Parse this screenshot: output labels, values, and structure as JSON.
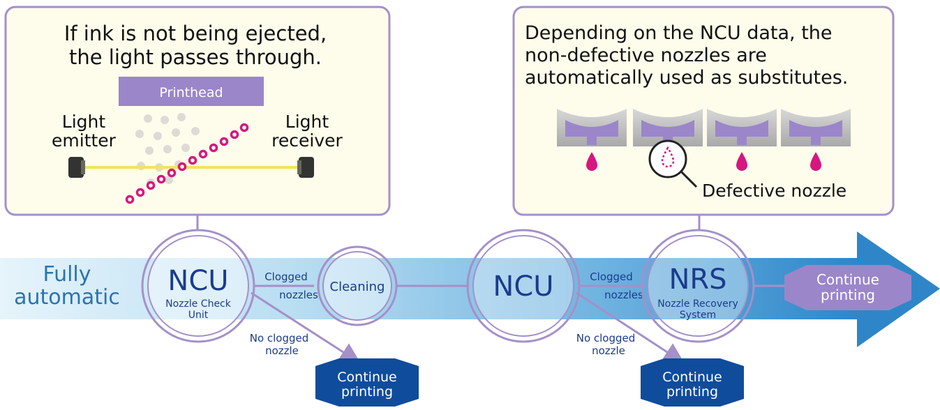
{
  "colors": {
    "purple_outline": "#A590C8",
    "purple_fill": "#9B86C9",
    "ink_dot": "#D5177F",
    "navy": "#1A3C8C",
    "callout_bg": "#FEFCEB",
    "hex_dark": "#0F4C9C",
    "light_beam": "#F5E35A"
  },
  "icons": [
    "ink-drop-icon",
    "magnifier-icon",
    "sensor-icon"
  ],
  "left_callout": {
    "title_line1": "If ink is not being ejected,",
    "title_line2": "the light passes through.",
    "printhead_label": "Printhead",
    "emitter_line1": "Light",
    "emitter_line2": "emitter",
    "receiver_line1": "Light",
    "receiver_line2": "receiver"
  },
  "right_callout": {
    "title_line1": "Depending on the NCU data, the",
    "title_line2": "non-defective nozzles are",
    "title_line3": "automatically used as substitutes.",
    "defective_label": "Defective nozzle"
  },
  "flow": {
    "start_line1": "Fully",
    "start_line2": "automatic",
    "ncu1": {
      "title": "NCU",
      "sub_line1": "Nozzle Check",
      "sub_line2": "Unit"
    },
    "clogged1_line1": "Clogged",
    "clogged1_line2": "nozzles",
    "cleaning": "Cleaning",
    "noclog1_line1": "No clogged",
    "noclog1_line2": "nozzle",
    "continue1_line1": "Continue",
    "continue1_line2": "printing",
    "ncu2": {
      "title": "NCU"
    },
    "clogged2_line1": "Clogged",
    "clogged2_line2": "nozzles",
    "nrs": {
      "title": "NRS",
      "sub_line1": "Nozzle Recovery",
      "sub_line2": "System"
    },
    "noclog2_line1": "No clogged",
    "noclog2_line2": "nozzle",
    "continue2_line1": "Continue",
    "continue2_line2": "printing",
    "continue3_line1": "Continue",
    "continue3_line2": "printing"
  }
}
